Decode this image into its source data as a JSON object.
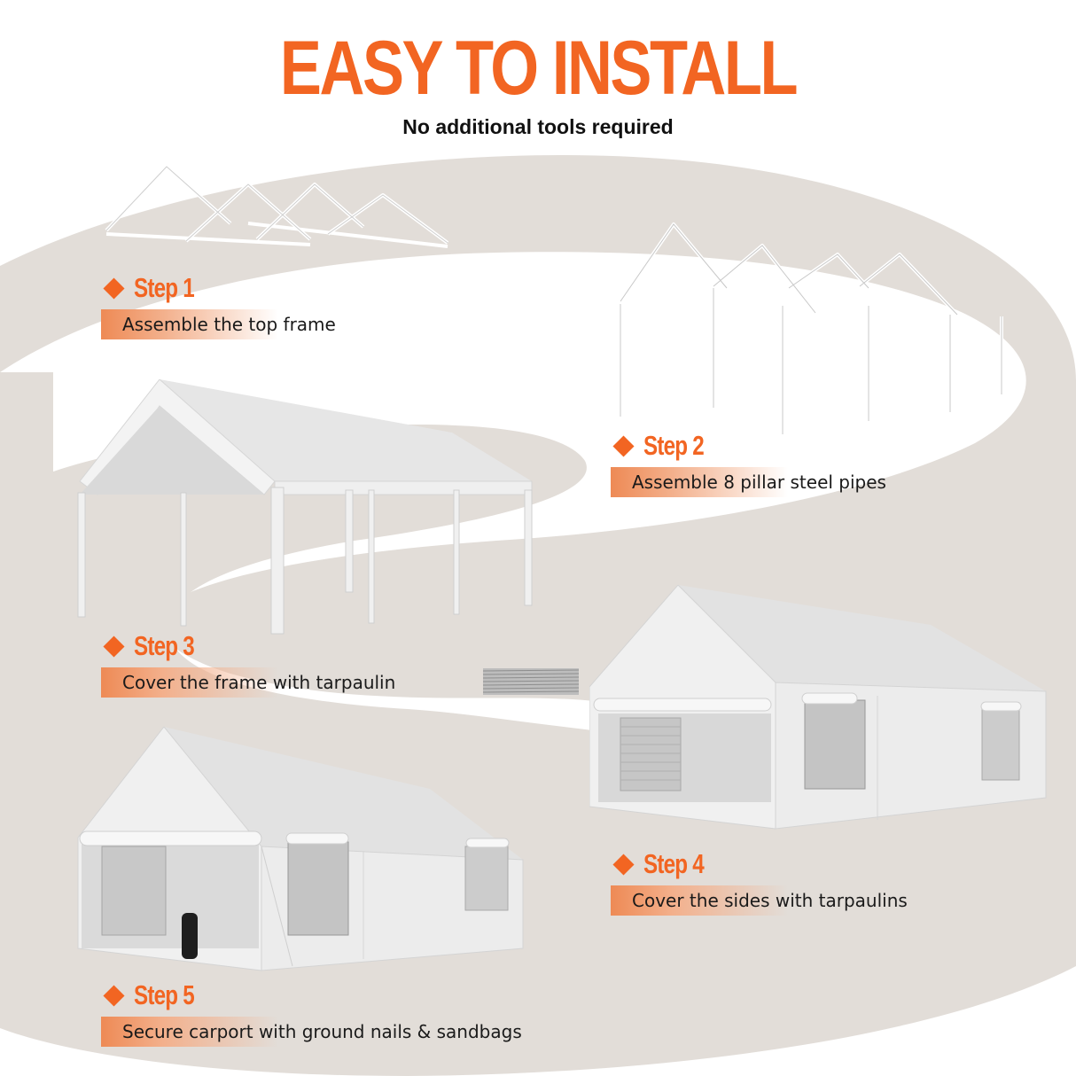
{
  "header": {
    "title": "EASY TO INSTALL",
    "subtitle": "No additional tools required"
  },
  "colors": {
    "accent": "#f26522",
    "swoosh": "#e2ddd8",
    "background": "#ffffff",
    "text": "#1a1a1a"
  },
  "steps": [
    {
      "label": "Step 1",
      "description": "Assemble the top frame",
      "icon": "diamond-bullet"
    },
    {
      "label": "Step 2",
      "description": "Assemble 8 pillar steel pipes",
      "icon": "diamond-bullet"
    },
    {
      "label": "Step 3",
      "description": "Cover the frame with tarpaulin",
      "icon": "diamond-bullet"
    },
    {
      "label": "Step 4",
      "description": "Cover the sides with tarpaulins",
      "icon": "diamond-bullet"
    },
    {
      "label": "Step 5",
      "description": "Secure carport with ground nails & sandbags",
      "icon": "diamond-bullet"
    }
  ],
  "illustrations": [
    {
      "name": "top-frame-trusses"
    },
    {
      "name": "frame-with-pillars"
    },
    {
      "name": "frame-with-roof-tarp"
    },
    {
      "name": "carport-with-sidewalls"
    },
    {
      "name": "carport-secured-with-sandbag"
    }
  ]
}
